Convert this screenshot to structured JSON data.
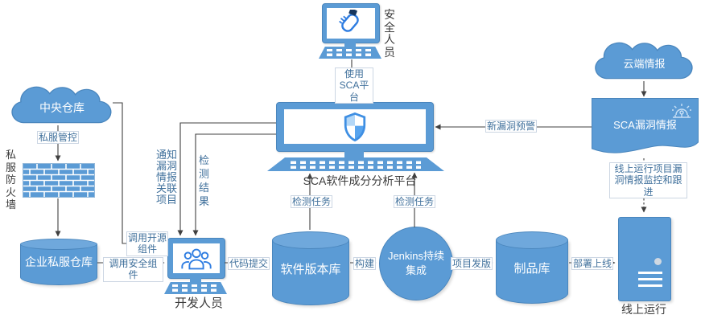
{
  "colors": {
    "primary": "#5b9bd5",
    "primary_border": "#4a86bd",
    "label_blue": "#41719c",
    "text_dark": "#3b3b3b",
    "line": "#404040"
  },
  "nodes": {
    "security_person": {
      "label": "安全人员",
      "icon": "whistle-icon"
    },
    "platform": {
      "label": "SCA软件成分分析平台",
      "icon": "shield-icon"
    },
    "central_repo": {
      "label": "中央仓库"
    },
    "firewall": {
      "label": "私服防火墙"
    },
    "enterprise_repo": {
      "label": "企业私服仓库"
    },
    "developers": {
      "label": "开发人员",
      "icon": "team-icon"
    },
    "version_repo": {
      "label": "软件版本库"
    },
    "jenkins": {
      "label": "Jenkins持续集成"
    },
    "artifact_repo": {
      "label": "制品库"
    },
    "online_server": {
      "label": "线上运行"
    },
    "cloud_intel": {
      "label": "云端情报"
    },
    "vuln_intel": {
      "label": "SCA漏洞情报",
      "icon": "alarm-icon"
    }
  },
  "edge_labels": {
    "use_sca_platform": "使用SCA平台",
    "notify_projects": "通知漏洞情报关联项目",
    "detection_result": "检测结果",
    "private_server_control": "私服管控",
    "call_opensource": "调用开源组件",
    "call_secure": "调用安全组件",
    "code_commit": "代码提交",
    "build": "构建",
    "detection_task_left": "检测任务",
    "detection_task_right": "检测任务",
    "project_release": "项目发版",
    "deploy_online": "部署上线",
    "new_vuln_alert": "新漏洞预警",
    "online_monitoring": "线上运行项目漏洞情报监控和跟进"
  }
}
